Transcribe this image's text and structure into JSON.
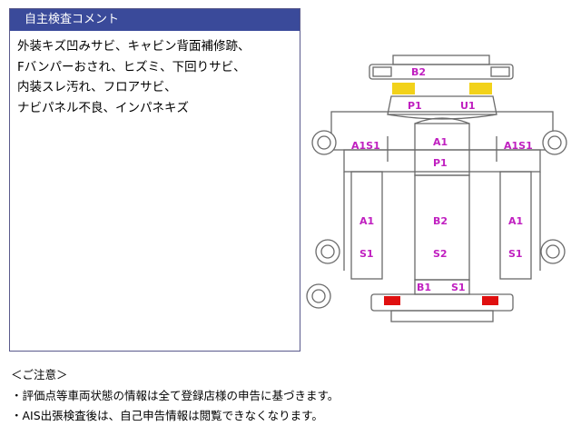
{
  "panel": {
    "title": "自主検査コメント",
    "comment_lines": [
      "外装キズ凹みサビ、キャビン背面補修跡、",
      "Fバンパーおされ、ヒズミ、下回りサビ、",
      "内装スレ汚れ、フロアサビ、",
      "ナビパネル不良、インパネキズ"
    ]
  },
  "diagram": {
    "labels": {
      "rear_bumper": "B2",
      "rear_left": "P1",
      "rear_right": "U1",
      "left_rear_fender": "A1S1",
      "right_rear_fender": "A1S1",
      "cargo_top": "A1",
      "cargo_mid": "P1",
      "left_door_a": "A1",
      "left_door_s": "S1",
      "roof_b": "B2",
      "roof_s": "S2",
      "right_door_a": "A1",
      "right_door_s": "S1",
      "hood_b": "B1",
      "hood_s": "S1"
    },
    "colors": {
      "line": "#6a6a6a",
      "label": "#c020c0",
      "damage_yellow": "#f2d21a",
      "damage_red": "#e01010"
    }
  },
  "notes": {
    "heading": "＜ご注意＞",
    "lines": [
      "・評価点等車両状態の情報は全て登録店様の申告に基づきます。",
      "・AIS出張検査後は、自己申告情報は閲覧できなくなります。"
    ]
  }
}
